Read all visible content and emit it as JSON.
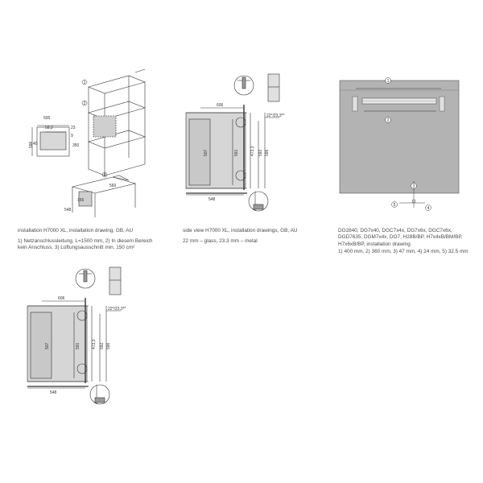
{
  "panel1": {
    "labels": {
      "d595": "595",
      "d58_2": "58,2",
      "d596": "596",
      "d40": "40",
      "d9": "9",
      "d23": "23",
      "d350": "350",
      "d165": "165",
      "d560": "560",
      "d548": "548"
    },
    "callouts": [
      "1",
      "2",
      "3"
    ],
    "caption_title": "installation H7000 XL, installation drawing, GB, AU",
    "caption_notes": "1) Netzanschlussleitung, L=1500 mm, 2) In diesem Bereich kein Anschluss, 3) Lüftungsausschnitt min. 150 cm²"
  },
  "panel2": {
    "labels": {
      "d606": "606",
      "d507": "507",
      "d591": "591",
      "d473_3": "473,3",
      "d592": "592",
      "d596": "596",
      "d548": "548",
      "d22_23_3": "22*/23,3**"
    },
    "caption_title": "side view H7000 XL, installation drawings, GB, AU",
    "caption_notes": "22 mm – glass, 23.3 mm – metal"
  },
  "panel3": {
    "callouts": [
      "1",
      "2",
      "3",
      "4",
      "5"
    ],
    "caption_title": "DG2840, DG7x40, DGC7x4x, DG7x6x, DGC7x6x, DGD7635, DGM7x4x, DO7, H28B/BP, H7x4xB/BM/BP, H7x6xB/BP, installation drawing",
    "caption_notes": "1) 400 mm, 2) 360 mm, 3) 47 mm, 4) 24 mm, 5) 32.5 mm"
  },
  "panel4": {
    "labels": {
      "d606": "606",
      "d507": "507",
      "d591": "591",
      "d473_3": "473,3",
      "d592": "592",
      "d596": "596",
      "d548": "548",
      "d22_23_3": "22*/23,3**"
    }
  },
  "colors": {
    "line": "#333333",
    "dark_fill": "#8a8a8a",
    "panel_fill": "#b3b3b3",
    "light_fill": "#e0e0e0"
  }
}
